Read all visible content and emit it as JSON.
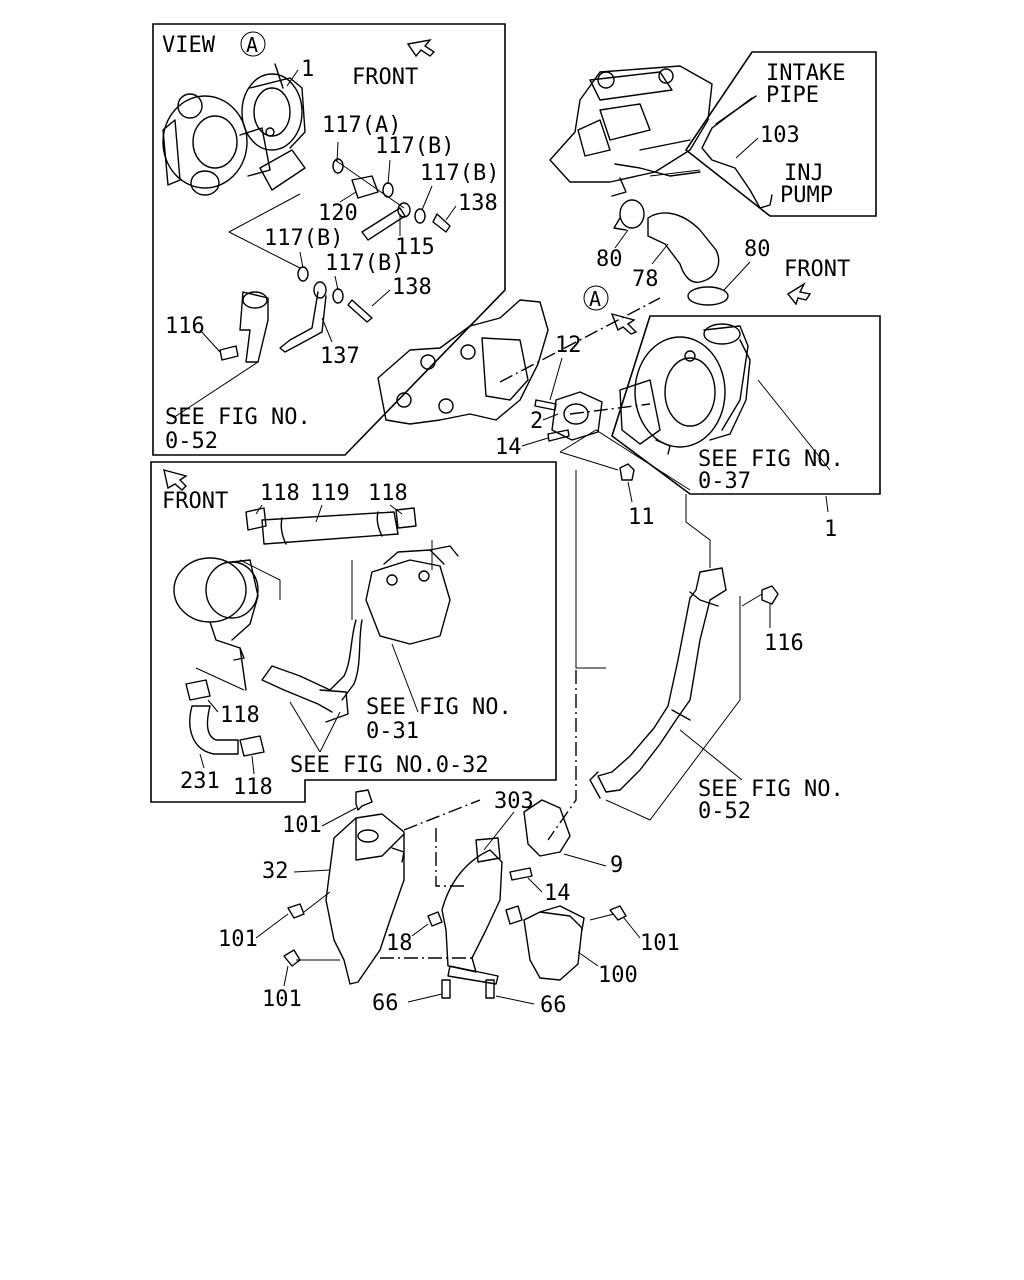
{
  "view_label": "VIEW",
  "view_marker": "A",
  "front_labels": [
    "FRONT",
    "FRONT",
    "FRONT"
  ],
  "intake_pipe": [
    "INTAKE",
    "PIPE"
  ],
  "inj_pump": [
    "INJ",
    "PUMP"
  ],
  "see_fig": {
    "inset_a_052": [
      "SEE FIG NO.",
      "0-52"
    ],
    "turbo_037": [
      "SEE FIG NO.",
      "0-37"
    ],
    "inset_b_031": [
      "SEE FIG NO.",
      "0-31"
    ],
    "inset_b_032": "SEE FIG NO.0-32",
    "pipe_052": [
      "SEE FIG NO.",
      "0-52"
    ]
  },
  "part_numbers": {
    "p1_inset": "1",
    "p117a": "117(A)",
    "p117b_1": "117(B)",
    "p117b_2": "117(B)",
    "p120": "120",
    "p138_1": "138",
    "p115": "115",
    "p117b_3": "117(B)",
    "p117b_4": "117(B)",
    "p138_2": "138",
    "p116_inset": "116",
    "p137": "137",
    "p103": "103",
    "p80_1": "80",
    "p78": "78",
    "p80_2": "80",
    "p12": "12",
    "p2": "2",
    "p14_1": "14",
    "p11": "11",
    "p1": "1",
    "p118_1": "118",
    "p119": "119",
    "p118_2": "118",
    "p118_3": "118",
    "p231": "231",
    "p118_4": "118",
    "p116": "116",
    "p101_1": "101",
    "p303": "303",
    "p32": "32",
    "p9": "9",
    "p14_2": "14",
    "p101_2": "101",
    "p18": "18",
    "p101_3": "101",
    "p101_4": "101",
    "p100": "100",
    "p66_1": "66",
    "p66_2": "66"
  }
}
